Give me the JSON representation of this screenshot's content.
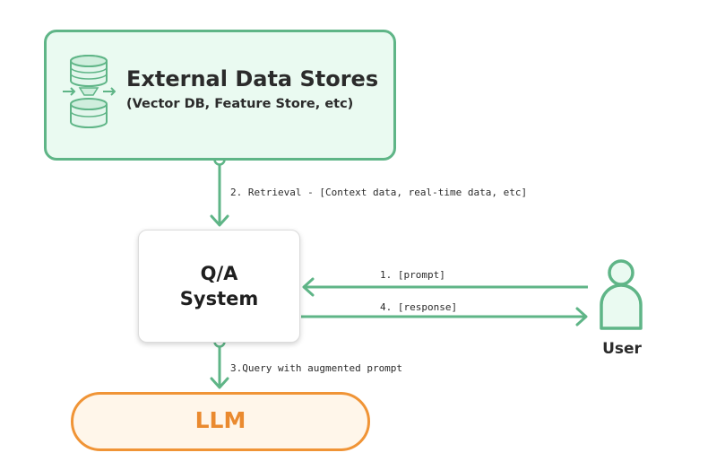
{
  "nodes": {
    "external": {
      "title": "External Data Stores",
      "subtitle": "(Vector DB, Feature Store, etc)"
    },
    "qa": {
      "line1": "Q/A",
      "line2": "System"
    },
    "llm": {
      "label": "LLM"
    },
    "user": {
      "label": "User"
    }
  },
  "edges": {
    "retrieval": "2. Retrieval - [Context data, real-time data, etc]",
    "prompt": "1. [prompt]",
    "response": "4. [response]",
    "query": "3.Query with augmented prompt"
  },
  "icons": {
    "database": "database-stack-icon",
    "user": "user-person-icon"
  },
  "colors": {
    "green": "#5fb587",
    "green_fill": "#eafaf1",
    "orange": "#f09436",
    "orange_fill": "#fff6ea",
    "text": "#2b2b2b"
  }
}
